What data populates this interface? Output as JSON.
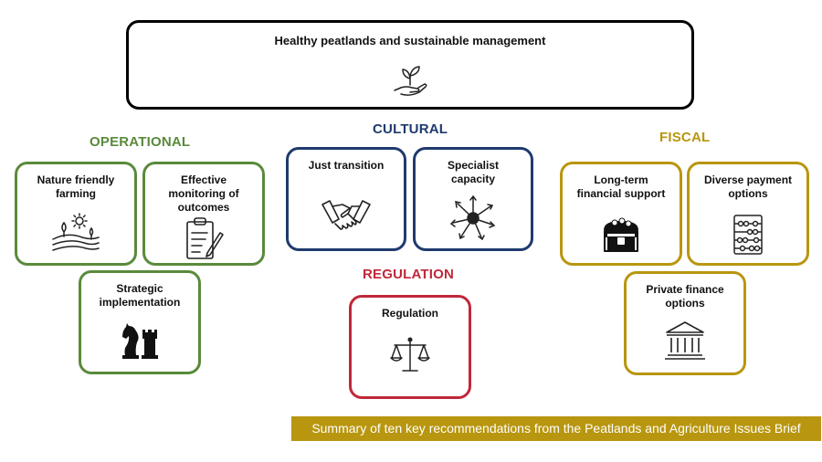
{
  "colors": {
    "operational": "#5a8a3c",
    "cultural": "#1f3a6e",
    "regulation": "#c0283a",
    "fiscal": "#b8960f",
    "caption_bg": "#b8960f"
  },
  "header": {
    "title": "Healthy peatlands and sustainable management",
    "icon": "hand-plant-icon"
  },
  "categories": {
    "operational": "OPERATIONAL",
    "cultural": "CULTURAL",
    "regulation": "REGULATION",
    "fiscal": "FISCAL"
  },
  "cards": {
    "nature_friendly": {
      "title": "Nature friendly\nfarming",
      "icon": "farm-landscape-icon"
    },
    "monitoring": {
      "title": "Effective\nmonitoring of\noutcomes",
      "icon": "clipboard-icon"
    },
    "strategic": {
      "title": "Strategic\nimplementation",
      "icon": "chess-pieces-icon"
    },
    "just_transition": {
      "title": "Just transition",
      "icon": "handshake-icon"
    },
    "specialist": {
      "title": "Specialist\ncapacity",
      "icon": "team-hands-icon"
    },
    "regulation": {
      "title": "Regulation",
      "icon": "scales-icon"
    },
    "long_term": {
      "title": "Long-term\nfinancial support",
      "icon": "treasure-chest-icon"
    },
    "diverse_payment": {
      "title": "Diverse payment\noptions",
      "icon": "abacus-icon"
    },
    "private_finance": {
      "title": "Private finance\noptions",
      "icon": "bank-icon"
    }
  },
  "caption": "Summary of ten key recommendations from the Peatlands and Agriculture Issues Brief"
}
